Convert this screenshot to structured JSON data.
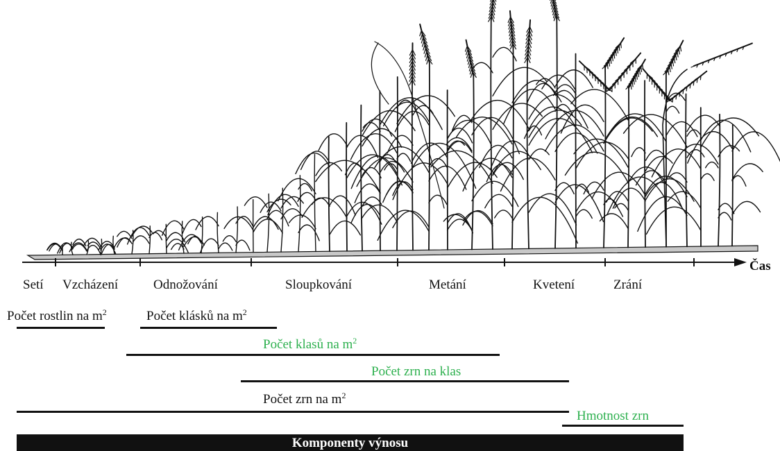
{
  "axis_label": "Čas",
  "stages": [
    "Setí",
    "Vzcházení",
    "Odnožování",
    "Sloupkování",
    "Metání",
    "Kvetení",
    "Zrání"
  ],
  "components": [
    {
      "text": "Počet rostlin na m",
      "sup": "2",
      "color": "#111111"
    },
    {
      "text": "Počet klásků na m",
      "sup": "2",
      "color": "#111111"
    },
    {
      "text": "Počet klasů na m",
      "sup": "2",
      "color": "#2db04e"
    },
    {
      "text": "Počet zrn na klas",
      "sup": "",
      "color": "#2db04e"
    },
    {
      "text": "Počet zrn na m",
      "sup": "2",
      "color": "#111111"
    },
    {
      "text": "Hmotnost zrn",
      "sup": "",
      "color": "#2db04e"
    }
  ],
  "total_label": "Komponenty výnosu",
  "colors": {
    "ink": "#111111",
    "accent_green": "#2db04e",
    "ground_fill": "#c8c8c8"
  }
}
